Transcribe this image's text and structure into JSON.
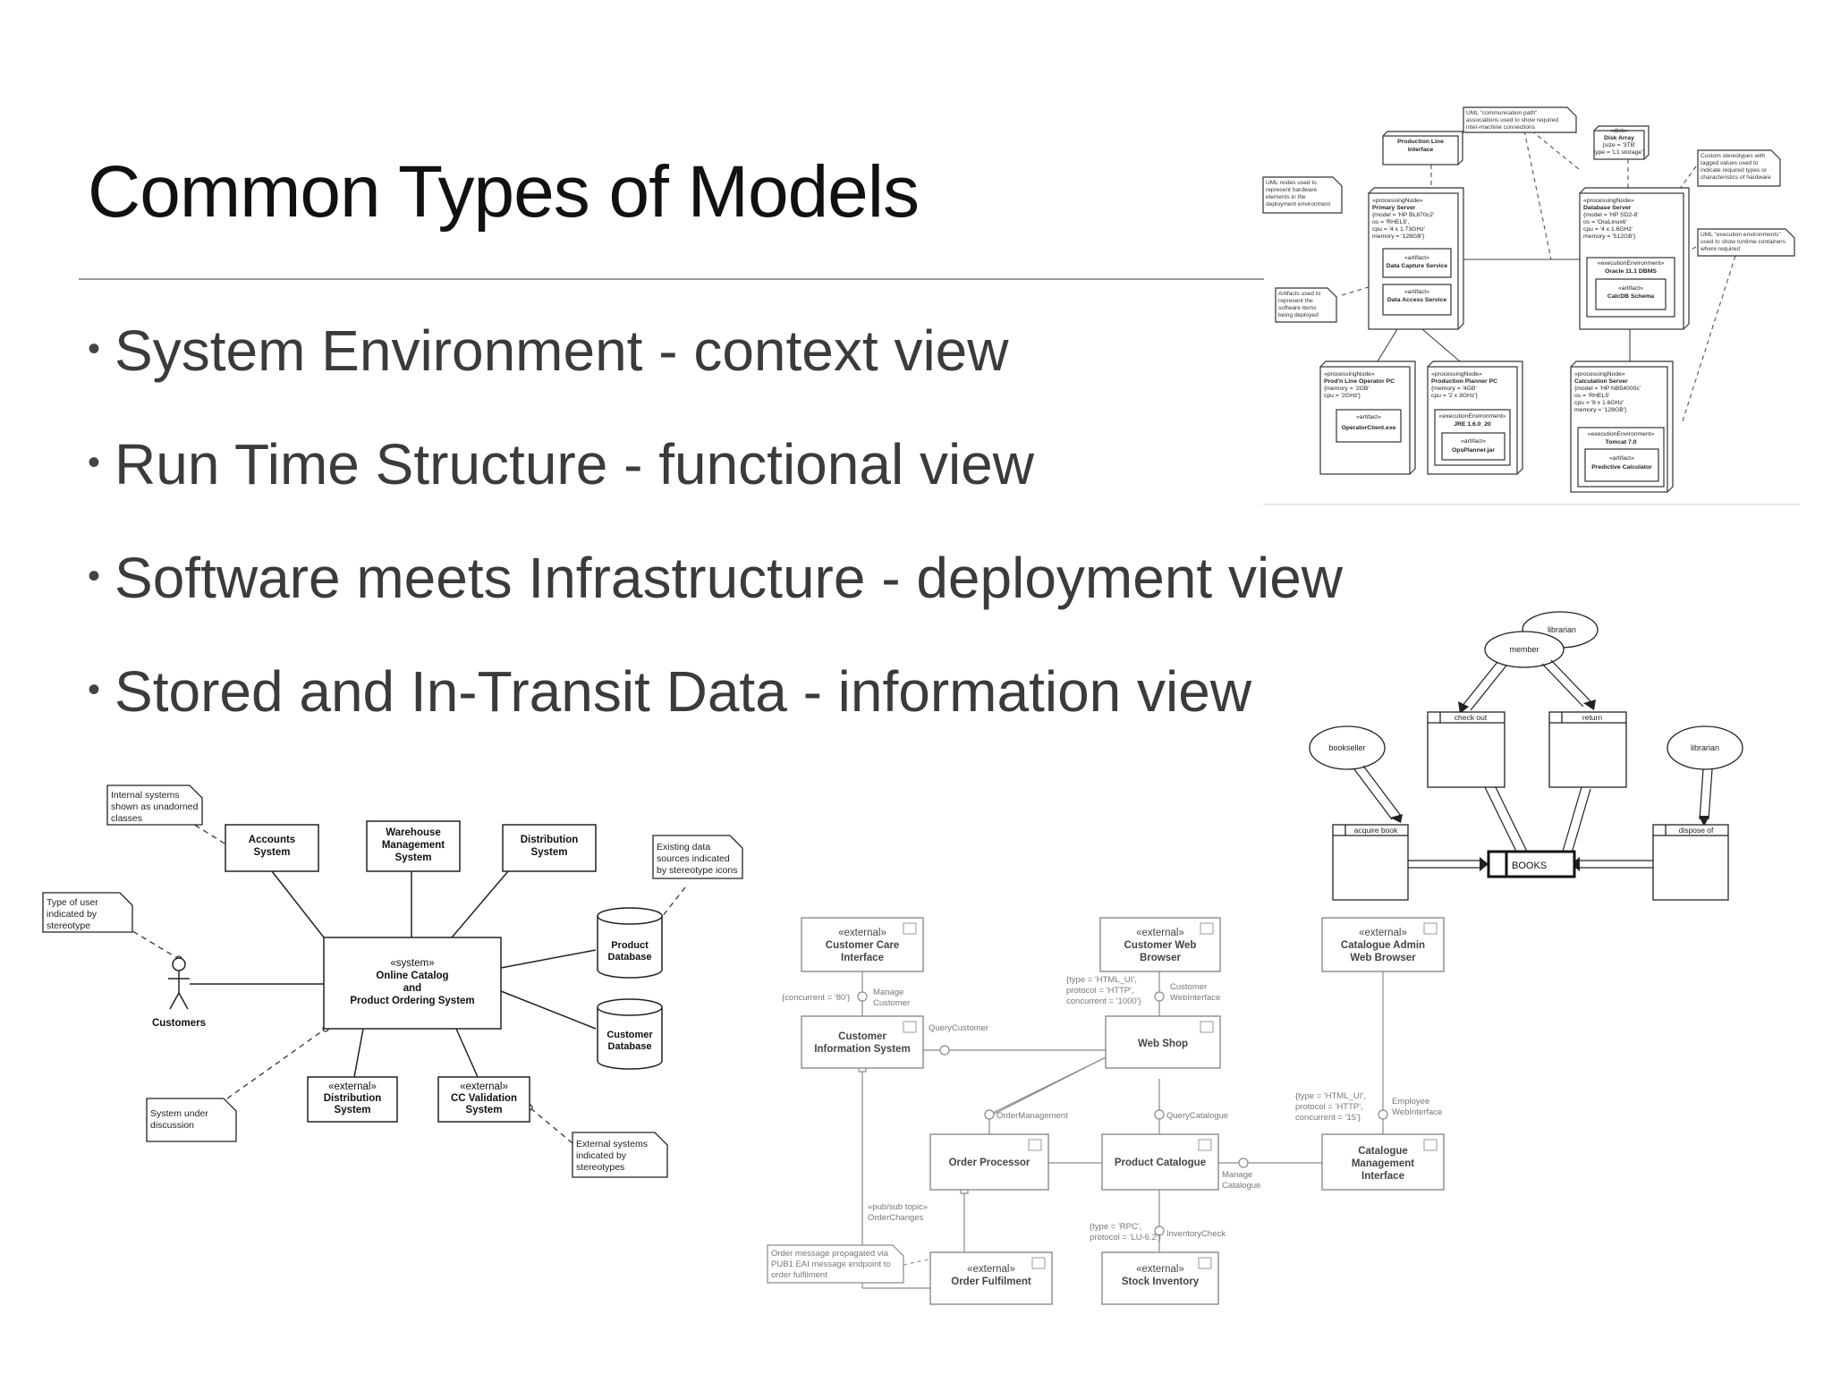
{
  "slide": {
    "title": "Common Types of Models",
    "bullets": [
      "System Environment - context view",
      "Run Time Structure - functional view",
      "Software meets Infrastructure - deployment view",
      "Stored and In-Transit Data - information view"
    ]
  },
  "context_diagram": {
    "accounts": [
      "Accounts",
      "System"
    ],
    "warehouse": [
      "Warehouse",
      "Management",
      "System"
    ],
    "distribution": [
      "Distribution",
      "System"
    ],
    "central": [
      "«system»",
      "Online Catalog",
      "and",
      "Product Ordering System"
    ],
    "ext_distribution": [
      "«external»",
      "Distribution",
      "System"
    ],
    "ext_cc": [
      "«external»",
      "CC Validation",
      "System"
    ],
    "product_db": [
      "Product",
      "Database"
    ],
    "customer_db": [
      "Customer",
      "Database"
    ],
    "actor": "Customers",
    "note_internal": [
      "Internal systems",
      "shown as unadorned",
      "classes"
    ],
    "note_user": [
      "Type of user",
      "indicated by",
      "stereotype"
    ],
    "note_existing": [
      "Existing data",
      "sources indicated",
      "by stereotype icons"
    ],
    "note_system": [
      "System under",
      "discussion"
    ],
    "note_external": [
      "External systems",
      "indicated by",
      "stereotypes"
    ]
  },
  "functional_diagram": {
    "care": [
      "«external»",
      "Customer Care",
      "Interface"
    ],
    "web_browser": [
      "«external»",
      "Customer Web",
      "Browser"
    ],
    "admin": [
      "«external»",
      "Catalogue Admin",
      "Web Browser"
    ],
    "cis": [
      "Customer",
      "Information System"
    ],
    "webshop": "Web Shop",
    "order_proc": "Order Processor",
    "prod_cat": "Product Catalogue",
    "cat_mgmt": [
      "Catalogue",
      "Management",
      "Interface"
    ],
    "fulfil": [
      "«external»",
      "Order Fulfilment"
    ],
    "stock": [
      "«external»",
      "Stock Inventory"
    ],
    "lbl_manage_customer": [
      "Manage",
      "Customer"
    ],
    "lbl_concurrent80": "{concurrent = '80'}",
    "lbl_cust_web_iface": [
      "Customer",
      "WebInterface"
    ],
    "lbl_web_tags": [
      "{type = 'HTML_UI',",
      "protocol = 'HTTP',",
      "concurrent = '1000'}"
    ],
    "lbl_query_customer": "QueryCustomer",
    "lbl_order_mgmt": "OrderManagement",
    "lbl_query_catalogue": "QueryCatalogue",
    "lbl_admin_tags": [
      "{type = 'HTML_UI',",
      "protocol = 'HTTP',",
      "concurrent = '15'}"
    ],
    "lbl_employee": [
      "Employee",
      "WebInterface"
    ],
    "lbl_manage_catalogue": [
      "Manage",
      "Catalogue"
    ],
    "lbl_pubsub": [
      "«pub/sub topic»",
      "OrderChanges"
    ],
    "lbl_rpc": [
      "{type = 'RPC',",
      "protocol = 'LU-6.2'}"
    ],
    "lbl_inventory": "InventoryCheck",
    "note_order": [
      "Order message propagated via",
      "PUB1 EAI message endpoint to",
      "order fulfilment"
    ]
  },
  "deployment_diagram": {
    "prod_line": [
      "Production Line",
      "Interface"
    ],
    "disk": [
      "«disk»",
      "Disk Array",
      "{size = '3TB'",
      "type = 'L1 storage'}"
    ],
    "primary": [
      "«processingNode»",
      "Primary Server",
      "{model = 'HP BL870c2'",
      "os = 'RHEL5',",
      "cpu = '4 x 1.73GHz'",
      "memory = '128GB'}"
    ],
    "dbserver": [
      "«processingNode»",
      "Database Server",
      "{model = 'HP SD2-8'",
      "os = 'OraLinux6'",
      "cpu = '4 x 1.6GHz'",
      "memory = '512GB'}"
    ],
    "capture": [
      "«artifact»",
      "Data Capture Service"
    ],
    "access": [
      "«artifact»",
      "Data Access Service"
    ],
    "oracle": [
      "«executionEnvironment»",
      "Oracle 11.1 DBMS"
    ],
    "calcdb": [
      "«artifact»",
      "CalcDB Schema"
    ],
    "op_pc": [
      "«processingNode»",
      "Prod'n Line Operator PC",
      "{memory = '2GB'",
      "cpu = '2GHz'}"
    ],
    "op_client": [
      "«artifact»",
      "OperatorClient.exe"
    ],
    "planner_pc": [
      "«processingNode»",
      "Production Planner PC",
      "{memory = '4GB'",
      "cpu = '2 x 3GHz'}"
    ],
    "jre": [
      "«executionEnvironment»",
      "JRE 1.6.0_20"
    ],
    "opsplanner": [
      "«artifact»",
      "OpsPlanner.jar"
    ],
    "calc_server": [
      "«processingNode»",
      "Calculation Server",
      "{model = 'HP NB54000c'",
      "os = 'RHEL5'",
      "cpu = '8 x 1.6GHz'",
      "memory = '128GB'}"
    ],
    "tomcat": [
      "«executionEnvironment»",
      "Tomcat 7.0"
    ],
    "predictive": [
      "«artifact»",
      "Predictive Calculator"
    ],
    "note_nodes": [
      "UML nodes used to",
      "represent hardware",
      "elements in the",
      "deployment environment"
    ],
    "note_comm": [
      "UML \"communication path\"",
      "associations used to show required",
      "inter-machine connections"
    ],
    "note_custom": [
      "Custom stereotypes with",
      "tagged values used to",
      "indicate required types or",
      "characteristics of hardware"
    ],
    "note_artifacts": [
      "Artifacts used to",
      "represent the",
      "software items",
      "being deployed"
    ],
    "note_exec": [
      "UML \"execution environments\"",
      "used to show runtime containers",
      "where required"
    ]
  },
  "information_diagram": {
    "librarian_top": "librarian",
    "member": "member",
    "bookseller": "bookseller",
    "librarian_right": "librarian",
    "check_out": "check out",
    "return": "return",
    "acquire": "acquire book",
    "dispose": "dispose of",
    "books": "BOOKS"
  }
}
